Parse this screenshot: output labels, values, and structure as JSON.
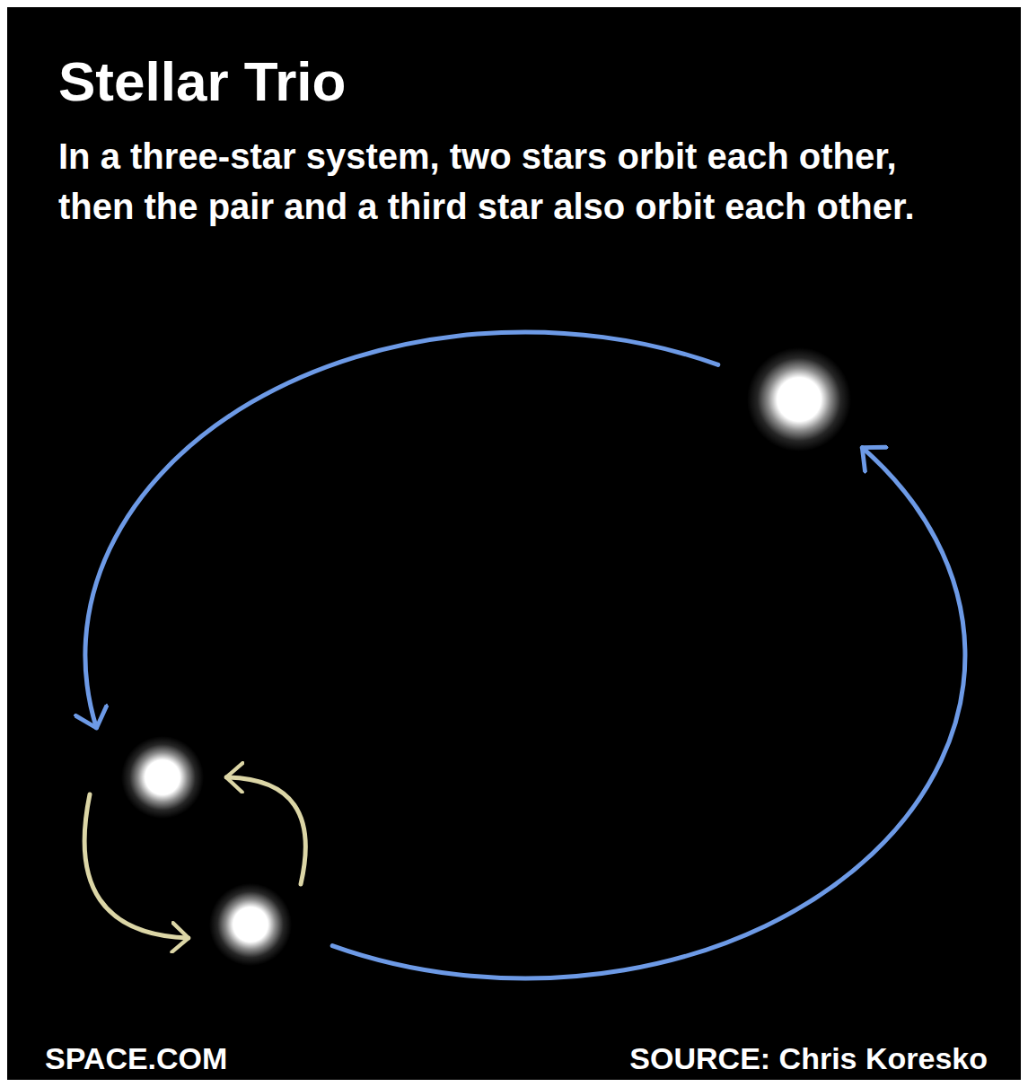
{
  "diagram": {
    "title": "Stellar Trio",
    "caption": "In a three-star system, two stars orbit each other, then the pair and a third star also orbit each other.",
    "labels": [
      "SPACE.COM",
      "SOURCE: Chris Koresko"
    ]
  }
}
